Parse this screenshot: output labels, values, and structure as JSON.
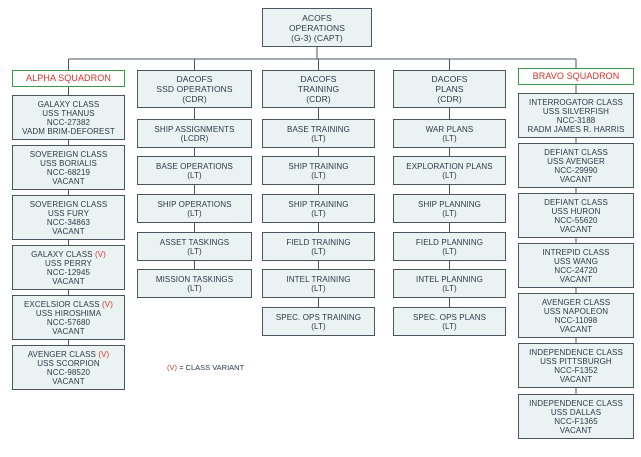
{
  "top": {
    "lines": [
      "ACOFS",
      "OPERATIONS",
      "(G-3) (CAPT)"
    ]
  },
  "alpha": {
    "title": "ALPHA SQUADRON",
    "ships": [
      {
        "lines": [
          "GALAXY CLASS",
          "USS THANUS",
          "NCC-27382",
          "VADM BRIM-DEFOREST"
        ],
        "variant": ""
      },
      {
        "lines": [
          "SOVEREIGN CLASS",
          "USS BORIALIS",
          "NCC-68219",
          "VACANT"
        ],
        "variant": ""
      },
      {
        "lines": [
          "SOVEREIGN CLASS",
          "USS FURY",
          "NCC-34863",
          "VACANT"
        ],
        "variant": ""
      },
      {
        "lines": [
          "GALAXY CLASS",
          "USS PERRY",
          "NCC-12945",
          "VACANT"
        ],
        "variant": "(V)"
      },
      {
        "lines": [
          "EXCELSIOR CLASS",
          "USS HIROSHIMA",
          "NCC-57680",
          "VACANT"
        ],
        "variant": "(V)"
      },
      {
        "lines": [
          "AVENGER CLASS",
          "USS SCORPION",
          "NCC-98520",
          "VACANT"
        ],
        "variant": "(V)"
      }
    ]
  },
  "bravo": {
    "title": "BRAVO SQUADRON",
    "ships": [
      {
        "lines": [
          "INTERROGATOR CLASS",
          "USS SILVERFISH",
          "NCC-3188",
          "RADM JAMES R. HARRIS"
        ]
      },
      {
        "lines": [
          "DEFIANT CLASS",
          "USS AVENGER",
          "NCC-29990",
          "VACANT"
        ]
      },
      {
        "lines": [
          "DEFIANT CLASS",
          "USS HURON",
          "NCC-55620",
          "VACANT"
        ]
      },
      {
        "lines": [
          "INTREPID CLASS",
          "USS WANG",
          "NCC-24720",
          "VACANT"
        ]
      },
      {
        "lines": [
          "AVENGER CLASS",
          "USS NAPOLEON",
          "NCC-11098",
          "VACANT"
        ]
      },
      {
        "lines": [
          "INDEPENDENCE CLASS",
          "USS PITTSBURGH",
          "NCC-F1352",
          "VACANT"
        ]
      },
      {
        "lines": [
          "INDEPENDENCE CLASS",
          "USS DALLAS",
          "NCC-F1365",
          "VACANT"
        ]
      }
    ]
  },
  "columns": [
    {
      "head": [
        "DACOFS",
        "SSD OPERATIONS",
        "(CDR)"
      ],
      "items": [
        [
          "SHIP ASSIGNMENTS",
          "(LCDR)"
        ],
        [
          "BASE OPERATIONS",
          "(LT)"
        ],
        [
          "SHIP OPERATIONS",
          "(LT)"
        ],
        [
          "ASSET TASKINGS",
          "(LT)"
        ],
        [
          "MISSION TASKINGS",
          "(LT)"
        ]
      ]
    },
    {
      "head": [
        "DACOFS",
        "TRAINING",
        "(CDR)"
      ],
      "items": [
        [
          "BASE TRAINING",
          "(LT)"
        ],
        [
          "SHIP TRAINING",
          "(LT)"
        ],
        [
          "SHIP TRAINING",
          "(LT)"
        ],
        [
          "FIELD TRAINING",
          "(LT)"
        ],
        [
          "INTEL TRAINING",
          "(LT)"
        ],
        [
          "SPEC. OPS TRAINING",
          "(LT)"
        ]
      ]
    },
    {
      "head": [
        "DACOFS",
        "PLANS",
        "(CDR)"
      ],
      "items": [
        [
          "WAR PLANS",
          "(LT)"
        ],
        [
          "EXPLORATION PLANS",
          "(LT)"
        ],
        [
          "SHIP PLANNING",
          "(LT)"
        ],
        [
          "FIELD PLANNING",
          "(LT)"
        ],
        [
          "INTEL PLANNING",
          "(LT)"
        ],
        [
          "SPEC. OPS PLANS",
          "(LT)"
        ]
      ]
    }
  ],
  "legend": {
    "variant": "(V)",
    "text": "= CLASS VARIANT"
  }
}
